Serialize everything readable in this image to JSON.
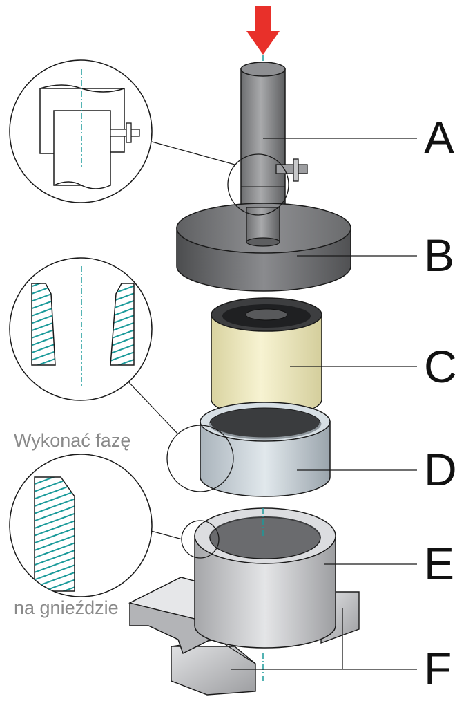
{
  "labels": {
    "a": "A",
    "b": "B",
    "c": "C",
    "d": "D",
    "e": "E",
    "f": "F"
  },
  "notes": {
    "chamfer_line1": "Wykonać fazę",
    "chamfer_line2": "na gnieździe"
  },
  "colors": {
    "arrow": "#e8302a",
    "centerline": "#1a9a9a",
    "hatch": "#1a9a9a",
    "steel_dark": "#6e6f72",
    "steel_mid": "#9d9ea1",
    "steel_light": "#d4d5d7",
    "sleeve_cream": "#f3efc4",
    "ring_blue": "#cfd8de",
    "outline": "#1a1a1a"
  },
  "icons": {
    "force_arrow": "down-arrow-icon"
  }
}
